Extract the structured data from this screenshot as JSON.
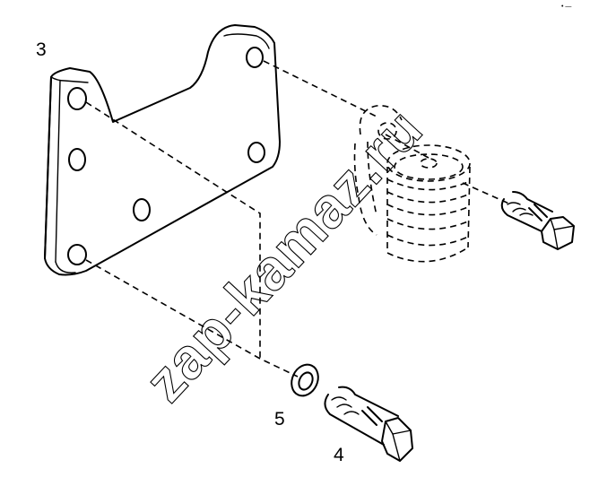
{
  "callouts": {
    "bracket": "3",
    "bolt": "4",
    "washer": "5"
  },
  "watermark": "zap-kamaz.ru",
  "corner_mark": "• —"
}
